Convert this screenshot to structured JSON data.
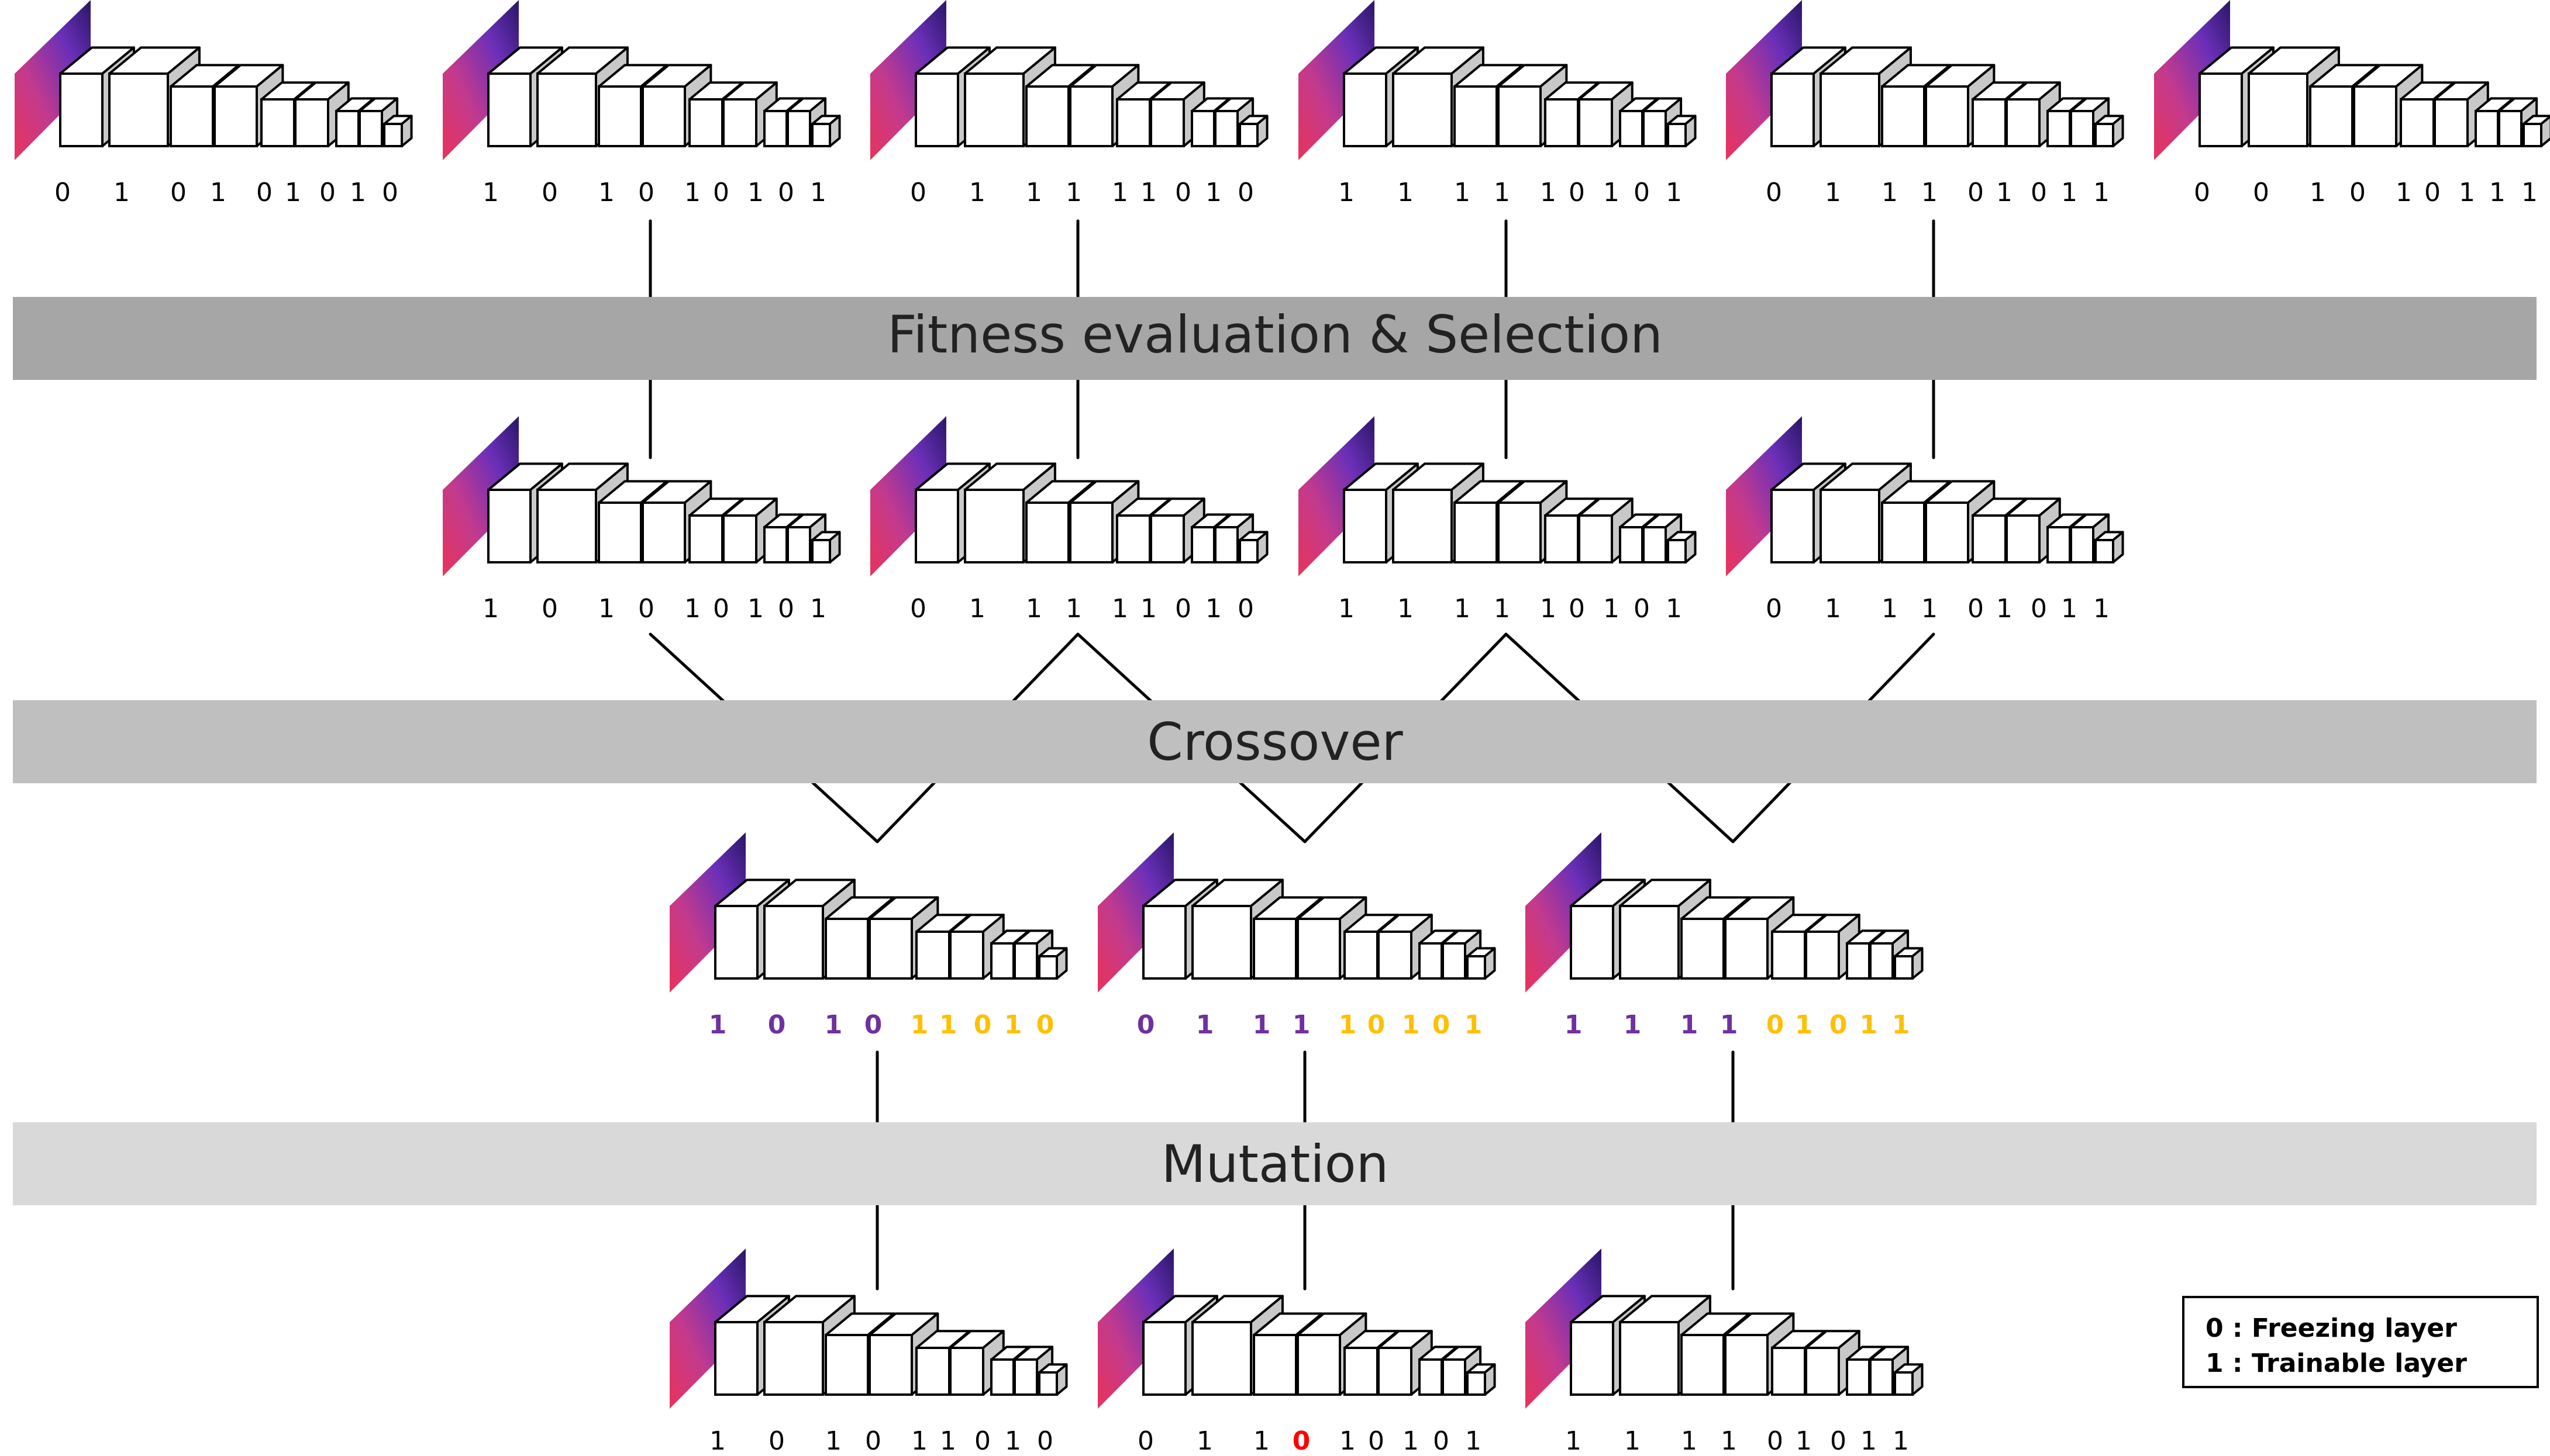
{
  "stages": {
    "selection": "Fitness evaluation & Selection",
    "crossover": "Crossover",
    "mutation": "Mutation"
  },
  "colors": {
    "selection_band": "#a6a6a6",
    "crossover_band": "#bfbfbf",
    "mutation_band": "#d9d9d9",
    "parent_a_genes": "#7030a0",
    "parent_b_genes": "#ffc000",
    "mutated_gene": "#ff0000",
    "default_gene": "#000000"
  },
  "population": [
    {
      "genes": [
        "0",
        "1",
        "0",
        "1",
        "0",
        "1",
        "0",
        "1",
        "0"
      ]
    },
    {
      "genes": [
        "1",
        "0",
        "1",
        "0",
        "1",
        "0",
        "1",
        "0",
        "1"
      ]
    },
    {
      "genes": [
        "0",
        "1",
        "1",
        "1",
        "1",
        "1",
        "0",
        "1",
        "0"
      ]
    },
    {
      "genes": [
        "1",
        "1",
        "1",
        "1",
        "1",
        "0",
        "1",
        "0",
        "1"
      ]
    },
    {
      "genes": [
        "0",
        "1",
        "1",
        "1",
        "0",
        "1",
        "0",
        "1",
        "1"
      ]
    },
    {
      "genes": [
        "0",
        "0",
        "1",
        "0",
        "1",
        "0",
        "1",
        "1",
        "1"
      ]
    }
  ],
  "selected": [
    {
      "genes": [
        "1",
        "0",
        "1",
        "0",
        "1",
        "0",
        "1",
        "0",
        "1"
      ]
    },
    {
      "genes": [
        "0",
        "1",
        "1",
        "1",
        "1",
        "1",
        "0",
        "1",
        "0"
      ]
    },
    {
      "genes": [
        "1",
        "1",
        "1",
        "1",
        "1",
        "0",
        "1",
        "0",
        "1"
      ]
    },
    {
      "genes": [
        "0",
        "1",
        "1",
        "1",
        "0",
        "1",
        "0",
        "1",
        "1"
      ]
    }
  ],
  "offspring": [
    {
      "genes": [
        "1",
        "0",
        "1",
        "0",
        "1",
        "1",
        "0",
        "1",
        "0"
      ],
      "crossover_point": 4
    },
    {
      "genes": [
        "0",
        "1",
        "1",
        "1",
        "1",
        "0",
        "1",
        "0",
        "1"
      ],
      "crossover_point": 4
    },
    {
      "genes": [
        "1",
        "1",
        "1",
        "1",
        "0",
        "1",
        "0",
        "1",
        "1"
      ],
      "crossover_point": 4
    }
  ],
  "mutated": [
    {
      "genes": [
        "1",
        "0",
        "1",
        "0",
        "1",
        "1",
        "0",
        "1",
        "0"
      ]
    },
    {
      "genes": [
        "0",
        "1",
        "1",
        "0",
        "1",
        "0",
        "1",
        "0",
        "1"
      ],
      "mutated_index": 3
    },
    {
      "genes": [
        "1",
        "1",
        "1",
        "1",
        "0",
        "1",
        "0",
        "1",
        "1"
      ]
    }
  ],
  "legend": {
    "freezing": "0 : Freezing layer",
    "trainable": "1 : Trainable layer"
  }
}
